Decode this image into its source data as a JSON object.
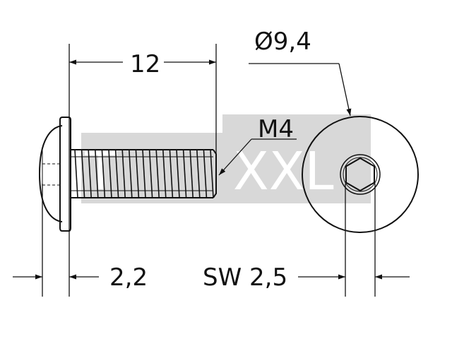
{
  "watermark": {
    "text_left": "T",
    "text_right": "XXL",
    "bg_color": "#d8d8d8"
  },
  "dimensions": {
    "length": "12",
    "diameter": "Ø9,4",
    "thread": "M4",
    "head_height": "2,2",
    "socket": "SW 2,5"
  },
  "colors": {
    "line": "#111111",
    "watermark_bg": "#d8d8d8"
  }
}
